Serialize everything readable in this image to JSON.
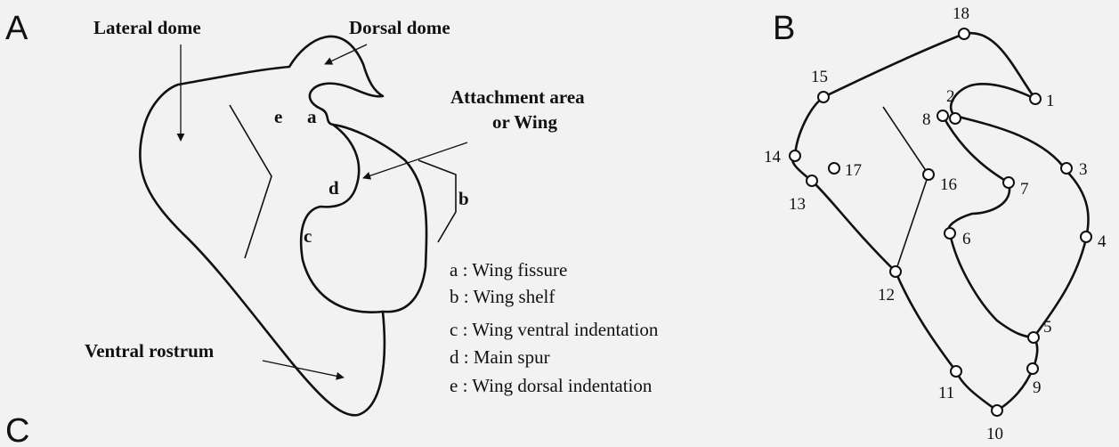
{
  "panels": {
    "a": "A",
    "b": "B",
    "c": "C"
  },
  "labels": {
    "lateral_dome": "Lateral dome",
    "dorsal_dome": "Dorsal dome",
    "attachment_line1": "Attachment area",
    "attachment_line2": "or Wing",
    "ventral_rostrum": "Ventral rostrum"
  },
  "letters": {
    "a": "a",
    "b": "b",
    "c": "c",
    "d": "d",
    "e": "e"
  },
  "legend": [
    "a : Wing fissure",
    "b : Wing shelf",
    "c : Wing ventral indentation",
    "d : Main spur",
    "e : Wing dorsal indentation"
  ],
  "landmarks": [
    "1",
    "2",
    "3",
    "4",
    "5",
    "6",
    "7",
    "8",
    "9",
    "10",
    "11",
    "12",
    "13",
    "14",
    "15",
    "16",
    "17",
    "18"
  ]
}
